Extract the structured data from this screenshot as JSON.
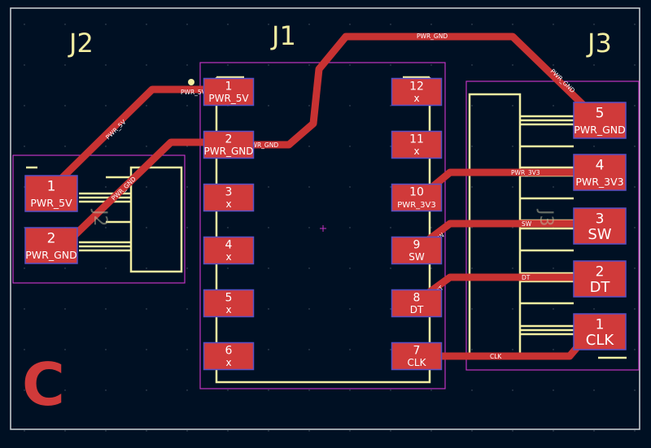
{
  "board": {
    "background": "#001023",
    "edge_color": "#cfd3d6",
    "silk_color": "#f2eda1",
    "pad_color": "#d03a3a",
    "pad_border_color": "#5a4fc4",
    "pad_text_color": "#ffffff",
    "courtyard_color": "#c234c2",
    "trace_color": "#c83232",
    "trace_label_color": "#ffffff",
    "grid_color": "#4b5a6a",
    "logo_text": "C"
  },
  "refs": {
    "j1": "J1",
    "j2": "J2",
    "j3": "J3",
    "j2_fab": "J2",
    "j3_fab": "J3"
  },
  "j1_pads": [
    {
      "num": "1",
      "net": "PWR_5V"
    },
    {
      "num": "2",
      "net": "PWR_GND"
    },
    {
      "num": "3",
      "net": "x"
    },
    {
      "num": "4",
      "net": "x"
    },
    {
      "num": "5",
      "net": "x"
    },
    {
      "num": "6",
      "net": "x"
    },
    {
      "num": "7",
      "net": "CLK"
    },
    {
      "num": "8",
      "net": "DT"
    },
    {
      "num": "9",
      "net": "SW"
    },
    {
      "num": "10",
      "net": "PWR_3V3"
    },
    {
      "num": "11",
      "net": "x"
    },
    {
      "num": "12",
      "net": "x"
    }
  ],
  "j2_pads": [
    {
      "num": "1",
      "net": "PWR_5V"
    },
    {
      "num": "2",
      "net": "PWR_GND"
    }
  ],
  "j3_pads": [
    {
      "num": "5",
      "net": "PWR_GND"
    },
    {
      "num": "4",
      "net": "PWR_3V3"
    },
    {
      "num": "3",
      "net": "SW"
    },
    {
      "num": "2",
      "net": "DT"
    },
    {
      "num": "1",
      "net": "CLK"
    }
  ],
  "traces": [
    {
      "id": "pwr5v",
      "label": "PWR_5V"
    },
    {
      "id": "gnd_j2",
      "label": "PWR_GND"
    },
    {
      "id": "gnd_j1",
      "label": "PWR_GND"
    },
    {
      "id": "gnd_top",
      "label": "PWR_GND"
    },
    {
      "id": "gnd_j3",
      "label": "PWR_GND"
    },
    {
      "id": "v33",
      "label": "PWR_3V3"
    },
    {
      "id": "sw",
      "label": "SW"
    },
    {
      "id": "dt",
      "label": "DT"
    },
    {
      "id": "clk",
      "label": "CLK"
    }
  ]
}
